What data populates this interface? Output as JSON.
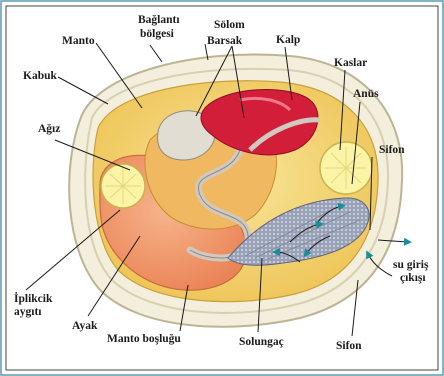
{
  "diagram": {
    "labels": {
      "baglanti_line1": "Bağlantı",
      "baglanti_line2": "bölgesi",
      "solom": "Sölom",
      "manto": "Manto",
      "barsak": "Barsak",
      "kalp": "Kalp",
      "kaslar": "Kaslar",
      "kabuk": "Kabuk",
      "anus": "Anüs",
      "agiz": "Ağız",
      "sifon_top": "Sifon",
      "su_giris_line1": "su giriş",
      "su_giris_line2": "çıkışı",
      "iplikcik_line1": "İplikcik",
      "iplikcik_line2": "aygıtı",
      "ayak": "Ayak",
      "manto_boslugu": "Manto boşluğu",
      "solungac": "Solungaç",
      "sifon_bottom": "Sifon"
    },
    "colors": {
      "shell": "#f3efdc",
      "mantle": "#f2d36b",
      "foot": "#f39a6e",
      "heart": "#d31e3a",
      "gill": "#98a0b6",
      "muscle": "#fbf3a5",
      "water_arrow": "#178f99",
      "frame": "#5a9bb0"
    }
  }
}
